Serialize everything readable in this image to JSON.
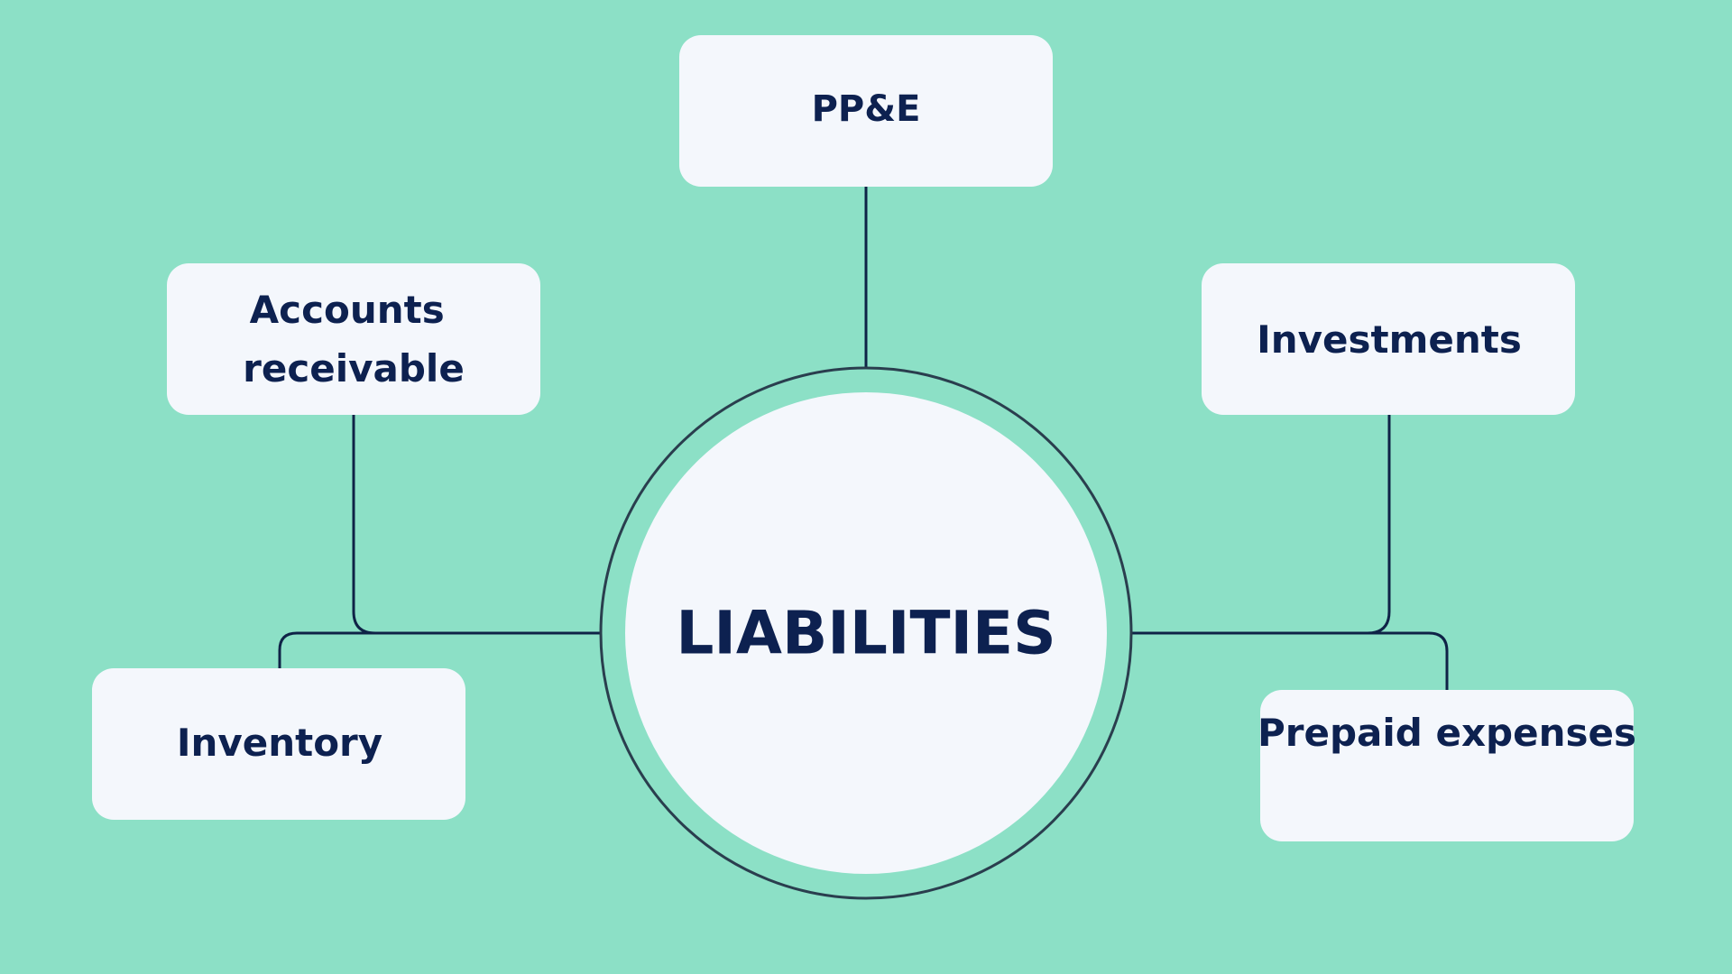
{
  "colors": {
    "background": "#8CE0C6",
    "box_fill": "#F4F7FC",
    "text": "#0D2150",
    "connector": "#0F2347",
    "ring": "#2A3E4E"
  },
  "center": {
    "label": "LIABILITIES"
  },
  "nodes": {
    "ppe": {
      "label_lines": [
        "PP&E"
      ]
    },
    "accounts_receivable": {
      "label_lines": [
        "Accounts",
        "receivable"
      ]
    },
    "investments": {
      "label_lines": [
        "Investments"
      ]
    },
    "inventory": {
      "label_lines": [
        "Inventory"
      ]
    },
    "prepaid_expenses": {
      "label_lines": [
        "Prepaid expenses"
      ]
    }
  }
}
